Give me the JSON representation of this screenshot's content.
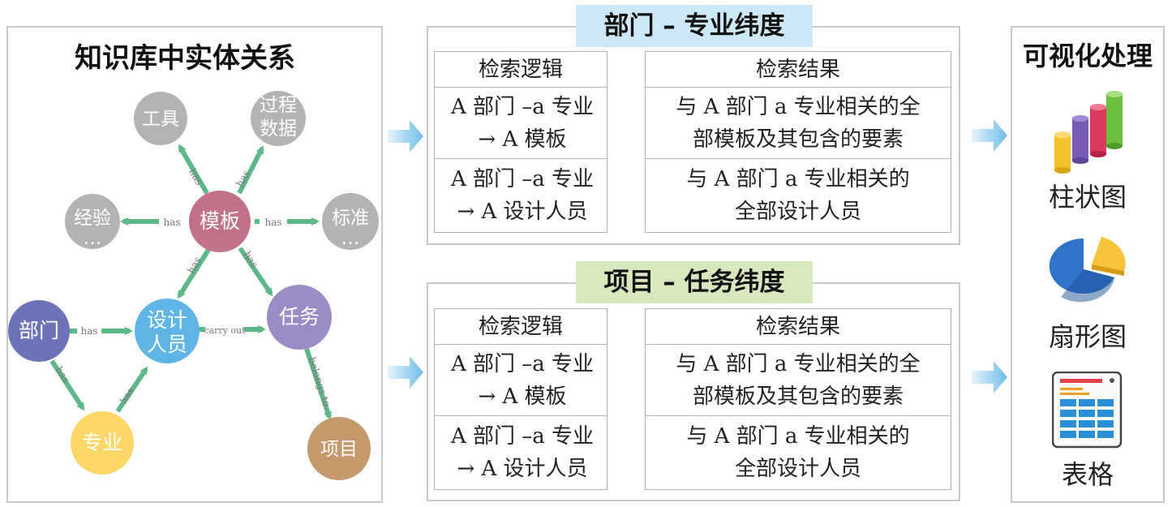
{
  "left_panel": {
    "title": "知识库中实体关系",
    "nodes": {
      "tool": "工具",
      "process_l1": "过程",
      "process_l2": "数据",
      "experience_l1": "经验",
      "experience_l2": "…",
      "template": "模板",
      "standard_l1": "标准",
      "standard_l2": "…",
      "department": "部门",
      "designer_l1": "设计",
      "designer_l2": "人员",
      "task": "任务",
      "major": "专业",
      "project": "项目"
    },
    "edges": {
      "has": "has",
      "carry_out": "carry out",
      "belongs_to": "belongs to"
    },
    "colors": {
      "gray_node": "#b3b3b3",
      "template": "#c27186",
      "department": "#6c73b8",
      "designer": "#5fb5e6",
      "task": "#9b8cc6",
      "major": "#fdd667",
      "project": "#c49a6c",
      "arrow": "#5cb887"
    }
  },
  "sections": [
    {
      "title": "部门 – 专业纬度",
      "title_bg": "#cce8f6",
      "header_logic": "检索逻辑",
      "header_result": "检索结果",
      "rows": [
        {
          "logic_l1": "A 部门 –a 专业",
          "logic_l2": "→ A 模板",
          "result_l1": "与 A 部门 a 专业相关的全",
          "result_l2": "部模板及其包含的要素"
        },
        {
          "logic_l1": "A 部门 –a 专业",
          "logic_l2": "→ A 设计人员",
          "result_l1": "与 A 部门 a 专业相关的",
          "result_l2": "全部设计人员"
        }
      ]
    },
    {
      "title": "项目 – 任务纬度",
      "title_bg": "#d7e8bf",
      "header_logic": "检索逻辑",
      "header_result": "检索结果",
      "rows": [
        {
          "logic_l1": "A 部门 –a 专业",
          "logic_l2": "→ A 模板",
          "result_l1": "与 A 部门 a 专业相关的全",
          "result_l2": "部模板及其包含的要素"
        },
        {
          "logic_l1": "A 部门 –a 专业",
          "logic_l2": "→ A 设计人员",
          "result_l1": "与 A 部门 a 专业相关的",
          "result_l2": "全部设计人员"
        }
      ]
    }
  ],
  "right_panel": {
    "title": "可视化处理",
    "items": [
      {
        "label": "柱状图",
        "icon": "bar-chart-icon"
      },
      {
        "label": "扇形图",
        "icon": "pie-chart-icon"
      },
      {
        "label": "表格",
        "icon": "table-icon"
      }
    ]
  }
}
